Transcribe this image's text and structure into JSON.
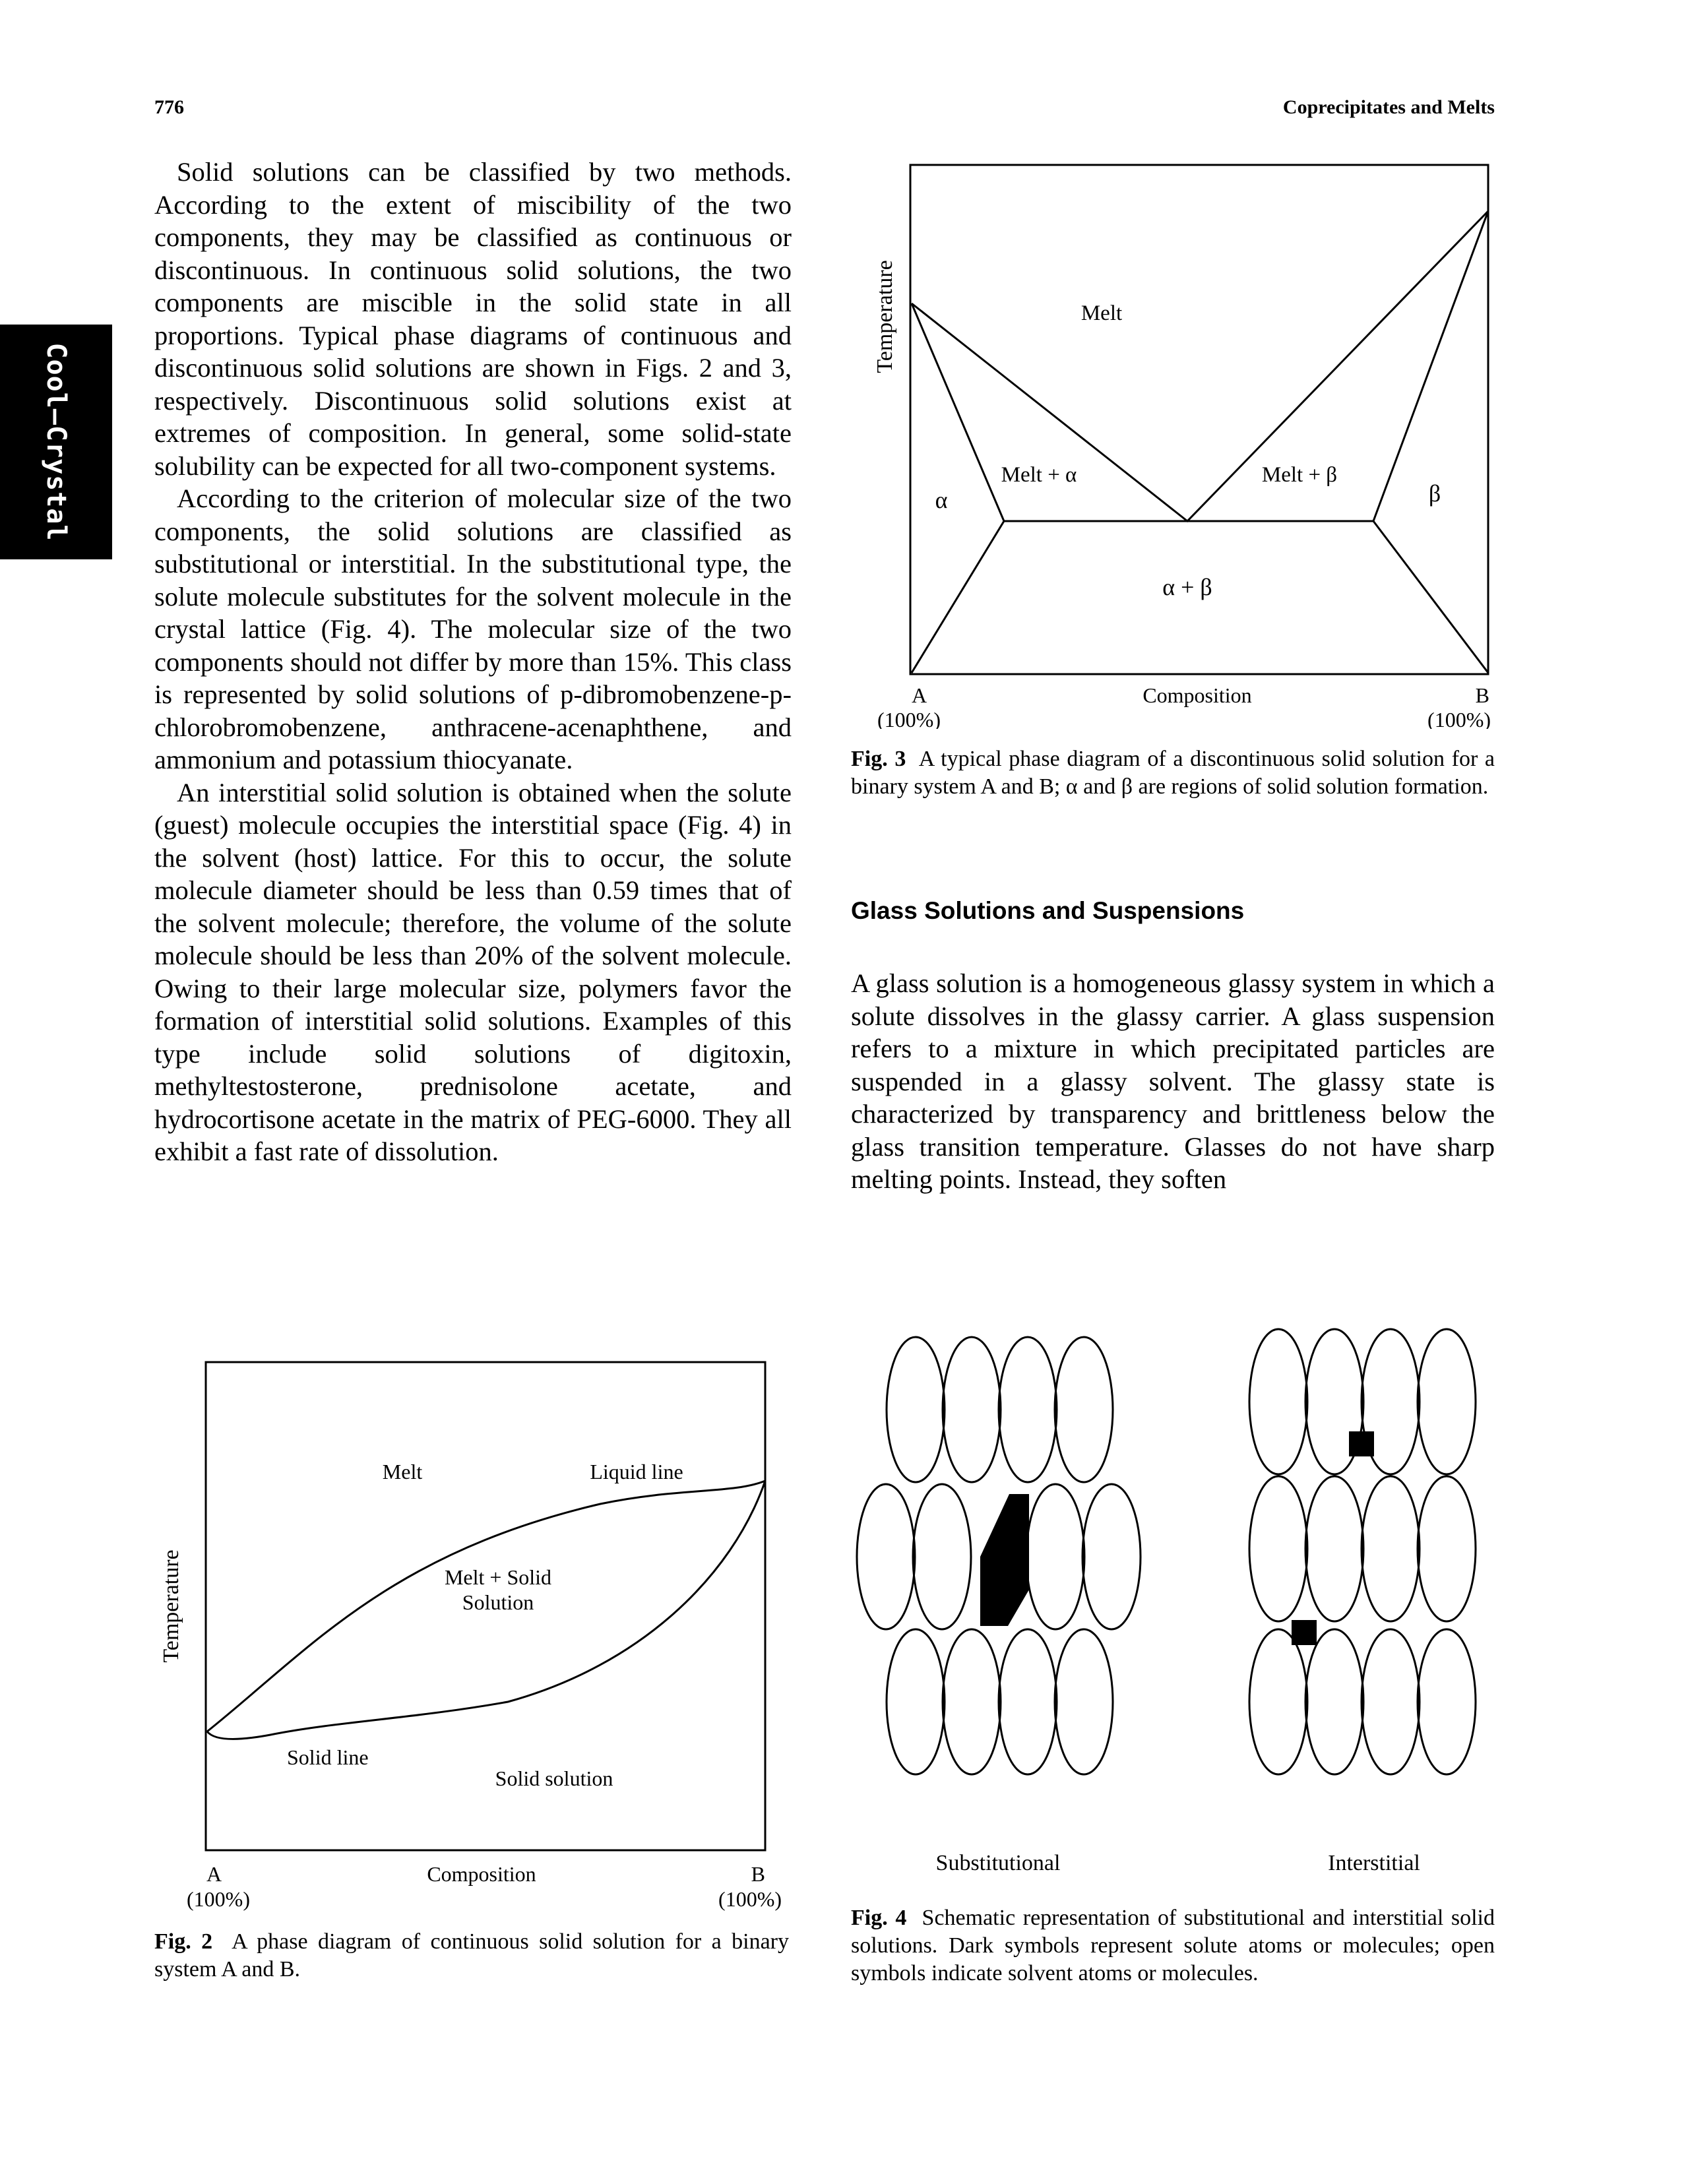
{
  "header": {
    "page_number": "776",
    "running_title": "Coprecipitates and Melts"
  },
  "side_tab": {
    "label": "Cool–Crystal"
  },
  "left_column": {
    "paragraphs": [
      "Solid solutions can be classified by two methods. According to the extent of miscibility of the two components, they may be classified as continuous or discontinuous. In continuous solid solutions, the two components are miscible in the solid state in all proportions. Typical phase diagrams of continuous and discontinuous solid solutions are shown in Figs. 2 and 3, respectively. Discontinuous solid solutions exist at extremes of composition. In general, some solid-state solubility can be expected for all two-component systems.",
      "According to the criterion of molecular size of the two components, the solid solutions are classified as substitutional or interstitial. In the substitutional type, the solute molecule substitutes for the solvent molecule in the crystal lattice (Fig. 4). The molecular size of the two components should not differ by more than 15%. This class is represented by solid solutions of p-dibromobenzene-p-chlorobromobenzene, anthracene-acenaphthene, and ammonium and potassium thiocyanate.",
      "An interstitial solid solution is obtained when the solute (guest) molecule occupies the interstitial space (Fig. 4) in the solvent (host) lattice. For this to occur, the solute molecule diameter should be less than 0.59 times that of the solvent molecule; therefore, the volume of the solute molecule should be less than 20% of the solvent molecule. Owing to their large molecular size, polymers favor the formation of interstitial solid solutions. Examples of this type include solid solutions of digitoxin, methyltestosterone, prednisolone acetate, and hydrocortisone acetate in the matrix of PEG-6000. They all exhibit a fast rate of dissolution."
    ]
  },
  "fig3": {
    "y_axis_label": "Temperature",
    "region_melt": "Melt",
    "region_melt_alpha": "Melt + α",
    "region_melt_beta": "Melt + β",
    "region_alpha": "α",
    "region_beta": "β",
    "region_alpha_beta": "α + β",
    "x_left": "A",
    "x_left_pct": "(100%)",
    "x_center": "Composition",
    "x_right": "B",
    "x_right_pct": "(100%)",
    "caption_label": "Fig. 3",
    "caption_text": "A typical phase diagram of a discontinuous solid solution for a binary system A and B; α and β are regions of solid solution formation."
  },
  "right_column": {
    "heading": "Glass Solutions and Suspensions",
    "paragraph": "A glass solution is a homogeneous glassy system in which a solute dissolves in the glassy carrier. A glass suspension refers to a mixture in which precipitated particles are suspended in a glassy solvent. The glassy state is characterized by transparency and brittleness below the glass transition temperature. Glasses do not have sharp melting points. Instead, they soften"
  },
  "fig2": {
    "y_axis_label": "Temperature",
    "region_melt": "Melt",
    "liquid_line": "Liquid line",
    "region_melt_solid_1": "Melt + Solid",
    "region_melt_solid_2": "Solution",
    "solid_line": "Solid line",
    "region_solid_solution": "Solid solution",
    "x_left": "A",
    "x_left_pct": "(100%)",
    "x_center": "Composition",
    "x_right": "B",
    "x_right_pct": "(100%)",
    "caption_label": "Fig. 2",
    "caption_text": "A phase diagram of continuous solid solution for a binary system A and B."
  },
  "fig4": {
    "label_left": "Substitutional",
    "label_right": "Interstitial",
    "caption_label": "Fig. 4",
    "caption_text": "Schematic representation of substitutional and interstitial solid solutions. Dark symbols represent solute atoms or molecules; open symbols indicate solvent atoms or molecules."
  }
}
